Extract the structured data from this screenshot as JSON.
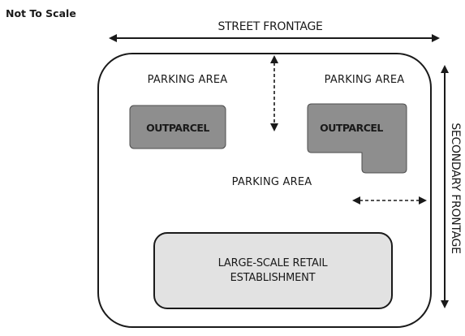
{
  "scale_note": "Not To Scale",
  "street_frontage": "STREET FRONTAGE",
  "secondary_frontage": "SECONDARY FRONTAGE",
  "parking_areas": [
    "PARKING AREA",
    "PARKING AREA",
    "PARKING AREA"
  ],
  "outparcels": [
    "OUTPARCEL",
    "OUTPARCEL"
  ],
  "retail": {
    "line1": "LARGE-SCALE RETAIL",
    "line2": "ESTABLISHMENT"
  },
  "colors": {
    "outparcel_fill": "#8e8e8e",
    "retail_fill": "#e2e2e2",
    "line": "#1a1a1a"
  }
}
